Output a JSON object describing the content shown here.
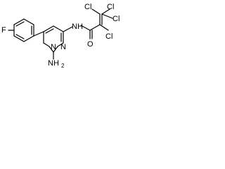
{
  "molecule": {
    "atoms": {
      "fluorine": "F",
      "amide_nitrogen": "N",
      "amide_hydrogen": "H",
      "carbonyl_oxygen": "O",
      "ring_nitrogen_top": "N",
      "ring_nitrogen_bottom": "N",
      "amino_group": "NH",
      "amino_subscript": "2",
      "chlorine_top_left": "Cl",
      "chlorine_top_right": "Cl",
      "chlorine_right": "Cl",
      "chlorine_bottom": "Cl"
    },
    "colors": {
      "bond": "#000000",
      "label": "#000000",
      "background": "#ffffff"
    }
  }
}
